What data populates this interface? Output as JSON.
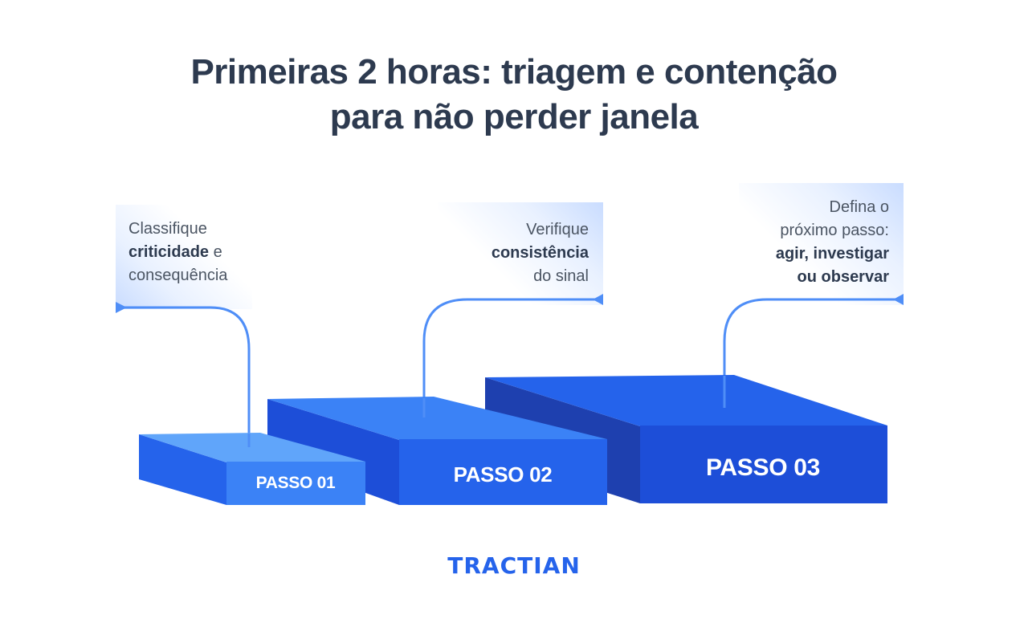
{
  "title": {
    "line1": "Primeiras 2 horas: triagem e contenção",
    "line2": "para não perder janela"
  },
  "steps": [
    {
      "label": "PASSO 01",
      "callout": {
        "pre": "Classifique",
        "bold": "criticidade",
        "mid": " e",
        "post": "consequência"
      }
    },
    {
      "label": "PASSO 02",
      "callout": {
        "pre": "Verifique",
        "bold": "consistência",
        "post": "do sinal"
      }
    },
    {
      "label": "PASSO 03",
      "callout": {
        "pre1": "Defina o",
        "pre2": "próximo passo:",
        "bold1": "agir, investigar",
        "bold2": "ou observar"
      }
    }
  ],
  "logo": {
    "text": "TRACTIAN"
  },
  "colors": {
    "title": "#2d3a4f",
    "accent": "#2563eb",
    "step1_top": "#60a5fa",
    "step2_top": "#3b82f6",
    "step3_top": "#2563eb",
    "connector": "#3b82f6"
  }
}
